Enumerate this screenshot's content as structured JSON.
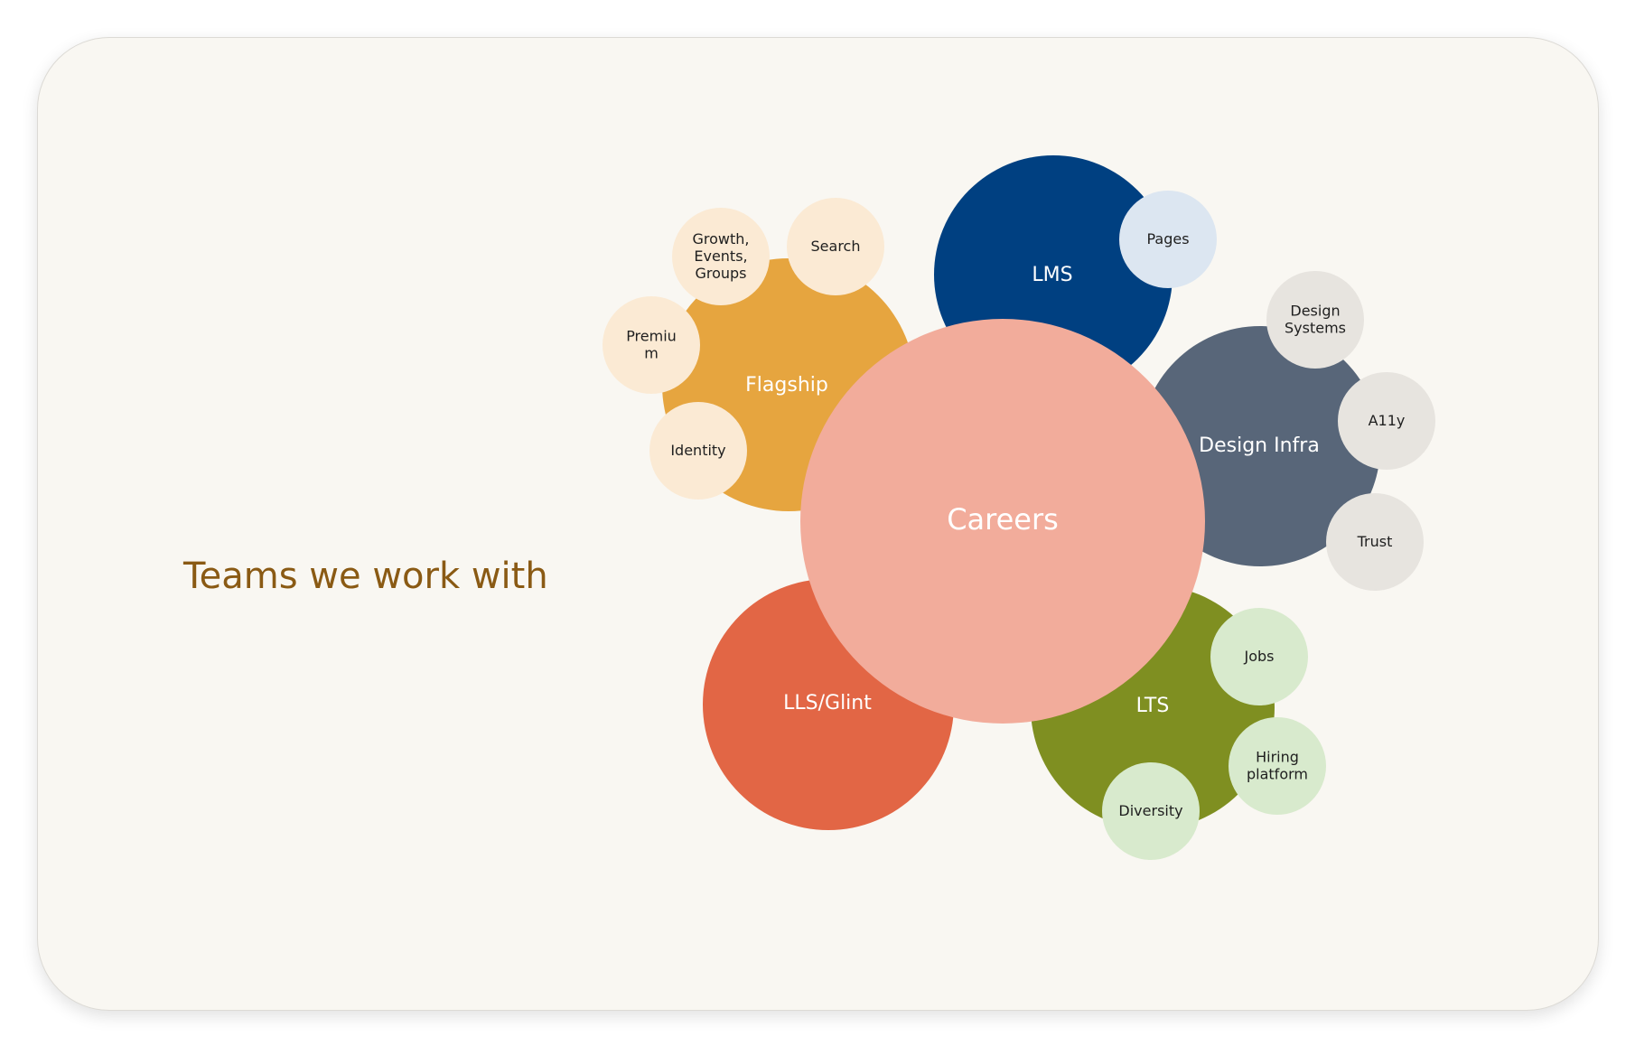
{
  "title": "Teams we work with",
  "colors": {
    "careers": "#f2ac9b",
    "flagship": "#e6a53f",
    "flagship_light": "#fbead4",
    "lms": "#004081",
    "lms_light": "#dce6f1",
    "design_infra": "#586679",
    "design_infra_light": "#e7e4df",
    "lts": "#7f8f21",
    "lts_light": "#d8eacd",
    "lls": "#e26645",
    "title": "#8a5a14"
  },
  "center": {
    "label": "Careers"
  },
  "groups": [
    {
      "id": "flagship",
      "label": "Flagship",
      "children": [
        {
          "id": "growth",
          "lines": [
            "Growth,",
            "Events,",
            "Groups"
          ]
        },
        {
          "id": "search",
          "lines": [
            "Search"
          ]
        },
        {
          "id": "premium",
          "lines": [
            "Premiu",
            "m"
          ]
        },
        {
          "id": "identity",
          "lines": [
            "Identity"
          ]
        }
      ]
    },
    {
      "id": "lms",
      "label": "LMS",
      "children": [
        {
          "id": "pages",
          "lines": [
            "Pages"
          ]
        }
      ]
    },
    {
      "id": "design-infra",
      "label": "Design Infra",
      "children": [
        {
          "id": "design-systems",
          "lines": [
            "Design",
            "Systems"
          ]
        },
        {
          "id": "a11y",
          "lines": [
            "A11y"
          ]
        },
        {
          "id": "trust",
          "lines": [
            "Trust"
          ]
        }
      ]
    },
    {
      "id": "lts",
      "label": "LTS",
      "children": [
        {
          "id": "jobs",
          "lines": [
            "Jobs"
          ]
        },
        {
          "id": "hiring-platform",
          "lines": [
            "Hiring",
            "platform"
          ]
        },
        {
          "id": "diversity",
          "lines": [
            "Diversity"
          ]
        }
      ]
    },
    {
      "id": "lls-glint",
      "label": "LLS/Glint",
      "children": []
    }
  ]
}
